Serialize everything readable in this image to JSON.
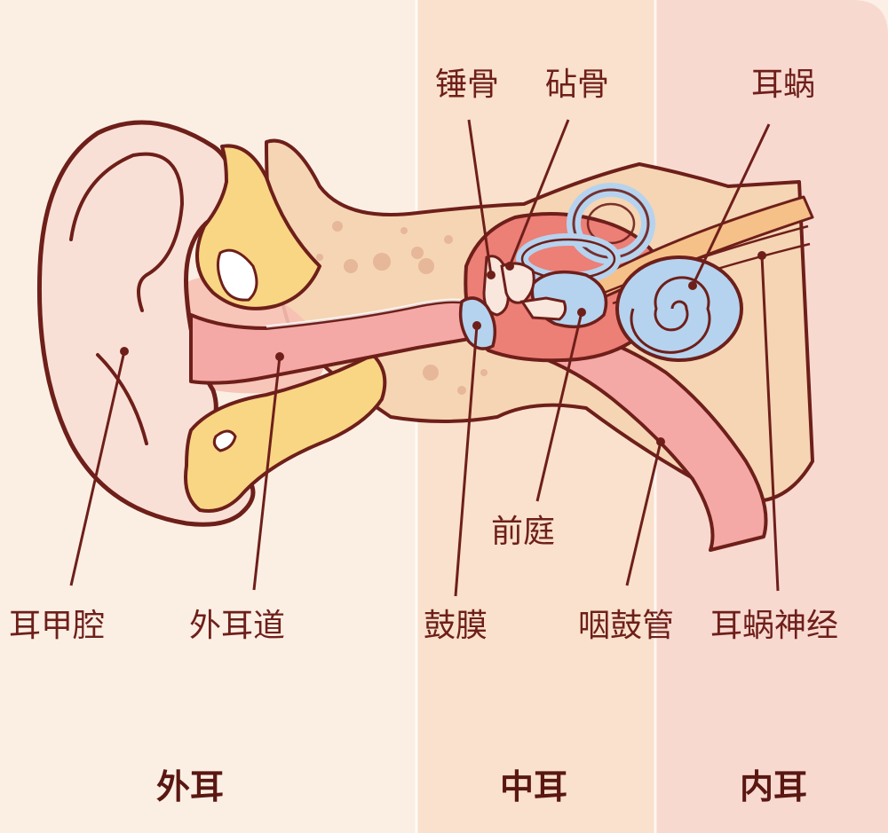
{
  "labels": {
    "malleus": "锤骨",
    "incus": "砧骨",
    "cochlea": "耳蜗",
    "concha": "耳甲腔",
    "ear_canal": "外耳道",
    "vestibule": "前庭",
    "eardrum": "鼓膜",
    "eustachian_tube": "咽鼓管",
    "cochlear_nerve": "耳蜗神经"
  },
  "sections": {
    "outer": "外耳",
    "middle": "中耳",
    "inner": "内耳"
  },
  "colors": {
    "outer_bg": "#fbefe4",
    "middle_bg": "#f9e1cd",
    "inner_bg": "#f8d9d0",
    "outline": "#6e1f1a",
    "skin": "#f7dfd3",
    "canal": "#f4a9a6",
    "cartilage": "#f8d684",
    "bone": "#f5d5b4",
    "labyrinth": "#b5d3ef",
    "chamber": "#ec7f76",
    "nerve": "#f6c089"
  }
}
